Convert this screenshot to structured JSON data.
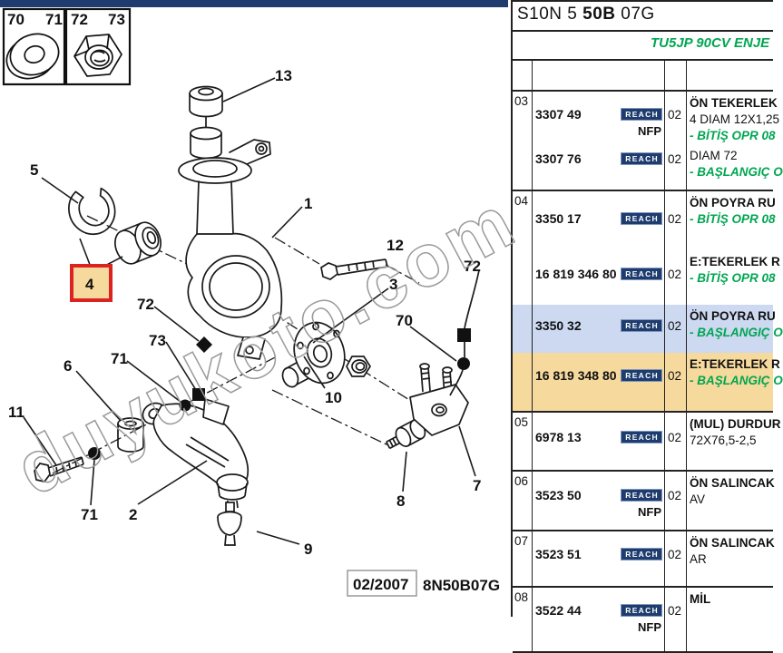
{
  "header": {
    "title_prefix": "S10N 5 ",
    "title_bold": "50B",
    "title_suffix": " 07G",
    "subtitle": "TU5JP 90CV ENJE"
  },
  "badges": {
    "reach": "REACH",
    "nfp": "NFP"
  },
  "table": {
    "rows": [
      {
        "idx": "03",
        "entries": [
          {
            "num": "3307 49",
            "qty": "02",
            "nfp": "NFP",
            "title": "ÖN TEKERLEK",
            "line": "4 DIAM 12X1,25",
            "note": "- BİTİŞ OPR 08"
          },
          {
            "num": "3307 76",
            "qty": "02",
            "line": "DIAM 72",
            "note": "- BAŞLANGIÇ O"
          }
        ]
      },
      {
        "idx": "04",
        "entries": [
          {
            "num": "3350 17",
            "qty": "02",
            "title": "ÖN POYRA RU",
            "note": "- BİTİŞ OPR 08"
          },
          {
            "num": "16 819 346 80",
            "qty": "02",
            "title": "E:TEKERLEK R",
            "note": "- BİTİŞ OPR 08"
          },
          {
            "num": "3350 32",
            "qty": "02",
            "title": "ÖN POYRA RU",
            "note": "- BAŞLANGIÇ O",
            "highlight": "blue"
          },
          {
            "num": "16 819 348 80",
            "qty": "02",
            "title": "E:TEKERLEK R",
            "note": "- BAŞLANGIÇ O",
            "highlight": "orange"
          }
        ]
      },
      {
        "idx": "05",
        "entries": [
          {
            "num": "6978 13",
            "qty": "02",
            "title": "(MUL) DURDUR",
            "line": "72X76,5-2,5"
          }
        ]
      },
      {
        "idx": "06",
        "entries": [
          {
            "num": "3523 50",
            "qty": "02",
            "nfp": "NFP",
            "title": "ÖN SALINCAK",
            "line": "AV"
          }
        ]
      },
      {
        "idx": "07",
        "entries": [
          {
            "num": "3523 51",
            "qty": "02",
            "title": "ÖN SALINCAK",
            "line": "AR"
          }
        ]
      },
      {
        "idx": "08",
        "entries": [
          {
            "num": "3522 44",
            "qty": "02",
            "nfp": "NFP",
            "title": "MİL"
          }
        ]
      }
    ]
  },
  "diagram": {
    "inset": {
      "l70": "70",
      "l71": "71",
      "l72": "72",
      "l73": "73"
    },
    "labels": {
      "n13": "13",
      "n5": "5",
      "n1": "1",
      "n12": "12",
      "n3": "3",
      "n72r": "72",
      "n70": "70",
      "n4": "4",
      "n72l": "72",
      "n73": "73",
      "n71l": "71",
      "n6": "6",
      "n11": "11",
      "n71b": "71",
      "n2": "2",
      "n10": "10",
      "n9": "9",
      "n8": "8",
      "n7": "7"
    },
    "stamp": {
      "date": "02/2007",
      "code": "8N50B07G"
    },
    "colors": {
      "highlight_border": "#dd2222",
      "highlight_fill": "#f6d99d",
      "topbar": "#1e3c6e"
    }
  },
  "watermark": "duyukoto.com"
}
